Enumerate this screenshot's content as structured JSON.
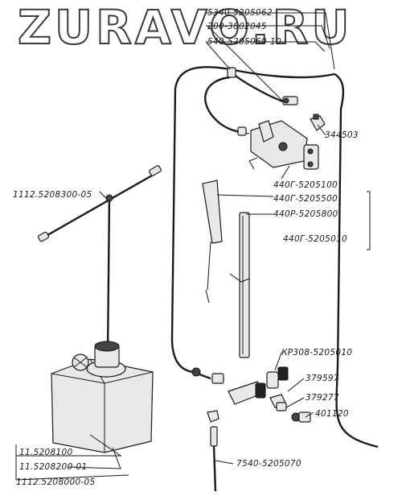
{
  "watermark": "ZURAVO.RU",
  "labels": {
    "top_1": "5340-5205062",
    "top_2": "200-3802045",
    "top_3": "540-5205060-10",
    "part_344503": "344503",
    "wiper_motor": "440Г-5205100",
    "wiper_arm": "440Г-5205500",
    "wiper_blade": "440Р-5205800",
    "wiper_group": "440Г-5205010",
    "washer_pump_tee": "1112.5208300-05",
    "valve": "КР308-5205010",
    "part_379597": "379597",
    "part_379277": "379277",
    "part_401120": "401120",
    "tube_lower": "7540-5205070",
    "reservoir_1": "11.5208100",
    "reservoir_2": "11.5208200-01",
    "reservoir_3": "1112.5208000-05"
  }
}
